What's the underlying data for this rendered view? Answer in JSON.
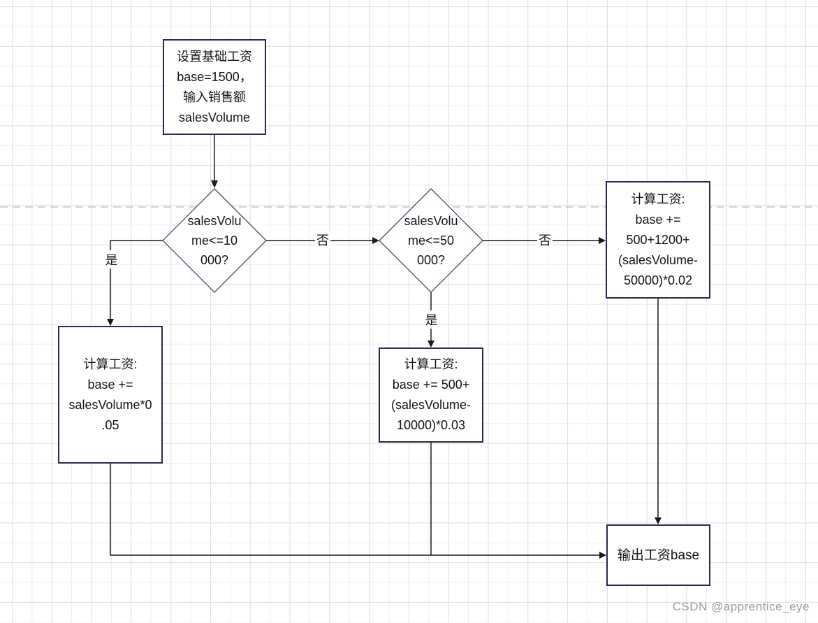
{
  "nodes": {
    "start": {
      "text": "设置基础工资\nbase=1500，\n输入销售额\nsalesVolume"
    },
    "decision_low": {
      "text": "salesVolu\nme<=10\n000?"
    },
    "decision_mid": {
      "text": "salesVolu\nme<=50\n000?"
    },
    "calc_low": {
      "text": "计算工资:\nbase +=\nsalesVolume*0\n.05"
    },
    "calc_mid": {
      "text": "计算工资:\nbase += 500+\n(salesVolume-\n10000)*0.03"
    },
    "calc_high": {
      "text": "计算工资:\nbase +=\n500+1200+\n(salesVolume-\n50000)*0.02"
    },
    "output": {
      "text": "输出工资base"
    }
  },
  "edge_labels": {
    "yes1": {
      "text": "是"
    },
    "no1": {
      "text": "否"
    },
    "yes2": {
      "text": "是"
    },
    "no2": {
      "text": "否"
    }
  },
  "watermark": {
    "text": "CSDN @apprentice_eye"
  },
  "colors": {
    "box_border": "#262a52",
    "diamond_border": "#454a6b",
    "connector": "#1a1a1a",
    "page_break_line": "#c3c3c3",
    "grid_major": "#e1e1e1",
    "grid_minor": "#eeeeee",
    "watermark_text": "#9c9c9c"
  }
}
